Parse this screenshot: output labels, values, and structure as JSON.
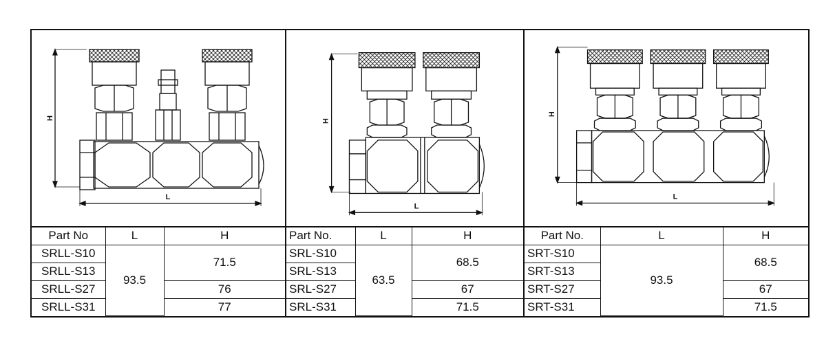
{
  "panels": [
    {
      "header": {
        "part": "Part No",
        "l": "L",
        "h": "H"
      },
      "dim_h": "H",
      "dim_l": "L",
      "rows": [
        {
          "part": "SRLL-S10"
        },
        {
          "part": "SRLL-S13"
        },
        {
          "part": "SRLL-S27"
        },
        {
          "part": "SRLL-S31"
        }
      ],
      "l_value": "93.5",
      "h_values": [
        "71.5",
        "76",
        "77"
      ]
    },
    {
      "header": {
        "part": "Part No.",
        "l": "L",
        "h": "H"
      },
      "dim_h": "H",
      "dim_l": "L",
      "rows": [
        {
          "part": "SRL-S10"
        },
        {
          "part": "SRL-S13"
        },
        {
          "part": "SRL-S27"
        },
        {
          "part": "SRL-S31"
        }
      ],
      "l_value": "63.5",
      "h_values": [
        "68.5",
        "67",
        "71.5"
      ]
    },
    {
      "header": {
        "part": "Part No.",
        "l": "L",
        "h": "H"
      },
      "dim_h": "H",
      "dim_l": "L",
      "rows": [
        {
          "part": "SRT-S10"
        },
        {
          "part": "SRT-S13"
        },
        {
          "part": "SRT-S27"
        },
        {
          "part": "SRT-S31"
        }
      ],
      "l_value": "93.5",
      "h_values": [
        "68.5",
        "67",
        "71.5"
      ]
    }
  ]
}
